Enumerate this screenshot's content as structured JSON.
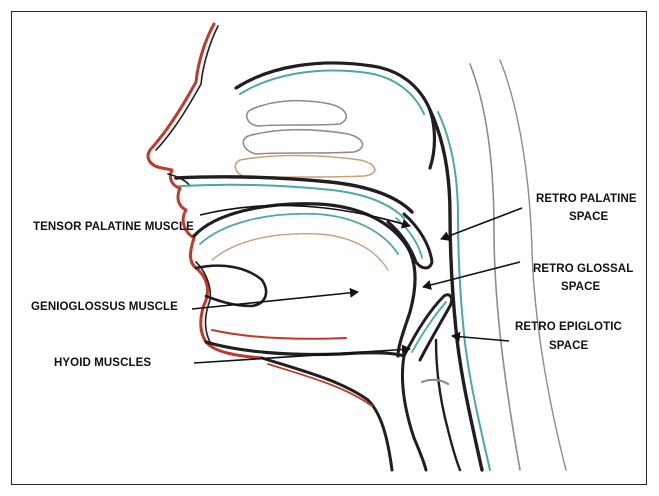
{
  "diagram": {
    "labels": {
      "tensor_palatine": "TENSOR PALATINE MUSCLE",
      "genioglossus": "GENIOGLOSSUS MUSCLE",
      "hyoid": "HYOID  MUSCLES",
      "retro_palatine_1": "RETRO PALATINE",
      "retro_palatine_2": "SPACE",
      "retro_glossal_1": "RETRO GLOSSAL",
      "retro_glossal_2": "SPACE",
      "retro_epiglotic_1": "RETRO EPIGLOTIC",
      "retro_epiglotic_2": "SPACE"
    },
    "colors": {
      "outline_dark": "#1f1f1f",
      "outline_red": "#c0392b",
      "outline_teal": "#4aa9a6",
      "outline_grey": "#8c8c8c",
      "outline_tan": "#c9a27a"
    }
  }
}
